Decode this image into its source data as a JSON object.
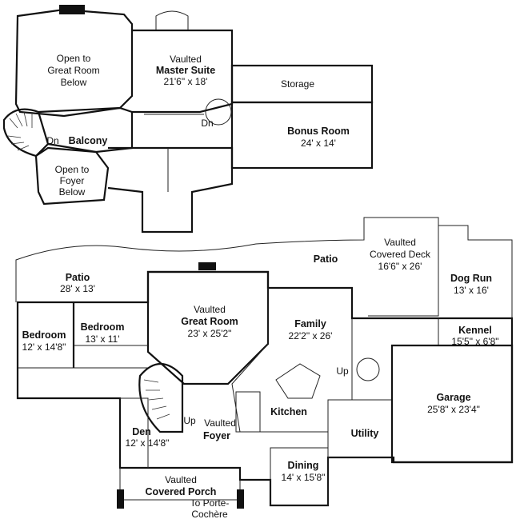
{
  "upper_floor": {
    "open_great_room": [
      "Open to",
      "Great Room",
      "Below"
    ],
    "master_suite": {
      "line1": "Vaulted",
      "line2": "Master Suite",
      "dims": "21'6\" x 18'"
    },
    "storage": "Storage",
    "dn_stair": "Dn",
    "bonus_room": {
      "name": "Bonus Room",
      "dims": "24' x 14'"
    },
    "balcony": {
      "dn": "Dn",
      "name": "Balcony"
    },
    "open_foyer": [
      "Open to",
      "Foyer",
      "Below"
    ]
  },
  "main_floor": {
    "patio_top": "Patio",
    "covered_deck": {
      "line1": "Vaulted",
      "line2": "Covered Deck",
      "dims": "16'6\" x 26'"
    },
    "patio_left": {
      "name": "Patio",
      "dims": "28' x 13'"
    },
    "dog_run": {
      "name": "Dog Run",
      "dims": "13' x 16'"
    },
    "great_room": {
      "line1": "Vaulted",
      "line2": "Great Room",
      "dims": "23' x 25'2\""
    },
    "family": {
      "name": "Family",
      "dims": "22'2\" x 26'"
    },
    "bedroom_1": {
      "name": "Bedroom",
      "dims": "12' x 14'8\""
    },
    "bedroom_2": {
      "name": "Bedroom",
      "dims": "13' x 11'"
    },
    "kennel": {
      "name": "Kennel",
      "dims": "15'5\" x 6'8\""
    },
    "up_family": "Up",
    "garage": {
      "name": "Garage",
      "dims": "25'8\" x 23'4\""
    },
    "kitchen": "Kitchen",
    "den": {
      "name": "Den",
      "dims": "12' x 14'8\""
    },
    "up_foyer": "Up",
    "foyer": {
      "line1": "Vaulted",
      "line2": "Foyer"
    },
    "utility": "Utility",
    "dining": {
      "name": "Dining",
      "dims": "14' x 15'8\""
    },
    "covered_porch": {
      "line1": "Vaulted",
      "line2": "Covered Porch"
    },
    "porte_cochere": [
      "To Porte-",
      "Cochère"
    ]
  }
}
